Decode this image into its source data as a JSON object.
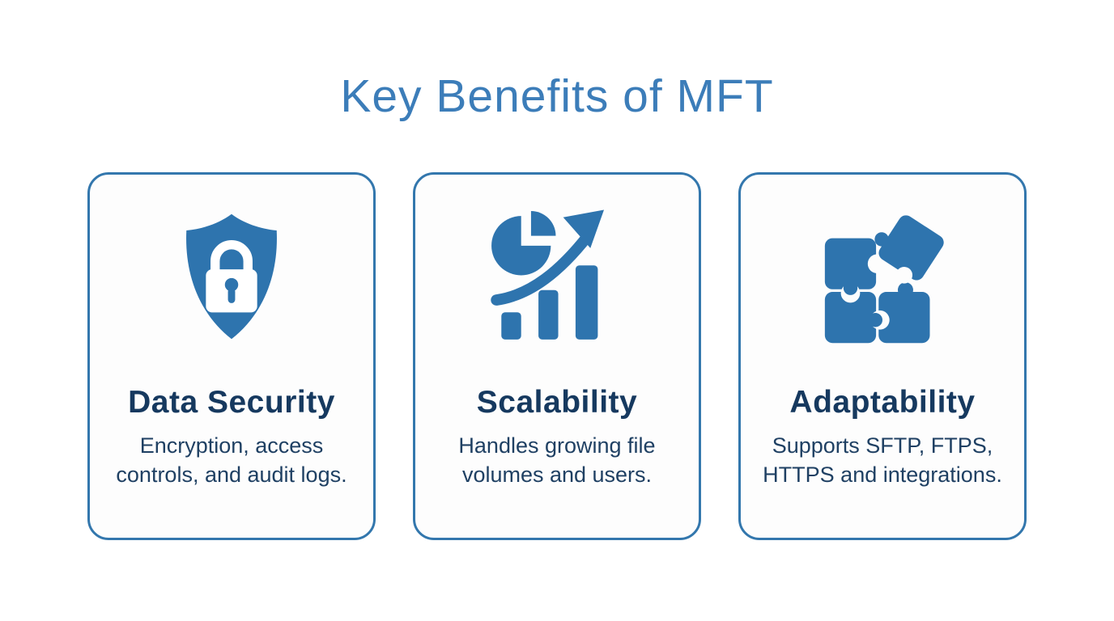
{
  "header": {
    "title": "Key Benefits of MFT"
  },
  "colors": {
    "background": "#ffffff",
    "card_background": "#fdfdfd",
    "card_border": "#3377ad",
    "title_blue": "#3c7db9",
    "icon_blue": "#2e74ae",
    "heading_navy": "#16395f",
    "body_navy": "#1f4063"
  },
  "cards": [
    {
      "icon": "shield-lock-icon",
      "title": "Data Security",
      "description": "Encryption, access controls, and audit logs."
    },
    {
      "icon": "growth-chart-icon",
      "title": "Scalability",
      "description": "Handles growing file volumes and users."
    },
    {
      "icon": "puzzle-pieces-icon",
      "title": "Adaptability",
      "description": "Supports SFTP, FTPS, HTTPS and integrations."
    }
  ]
}
